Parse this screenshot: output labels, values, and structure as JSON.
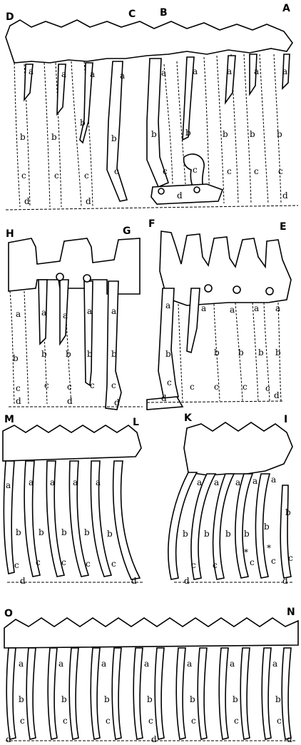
{
  "figure": {
    "panel_letters": [
      "D",
      "C",
      "B",
      "A",
      "H",
      "G",
      "F",
      "E",
      "M",
      "L",
      "K",
      "I",
      "O",
      "N"
    ],
    "segment_labels": [
      "a",
      "b",
      "c",
      "d"
    ],
    "star": "*"
  }
}
